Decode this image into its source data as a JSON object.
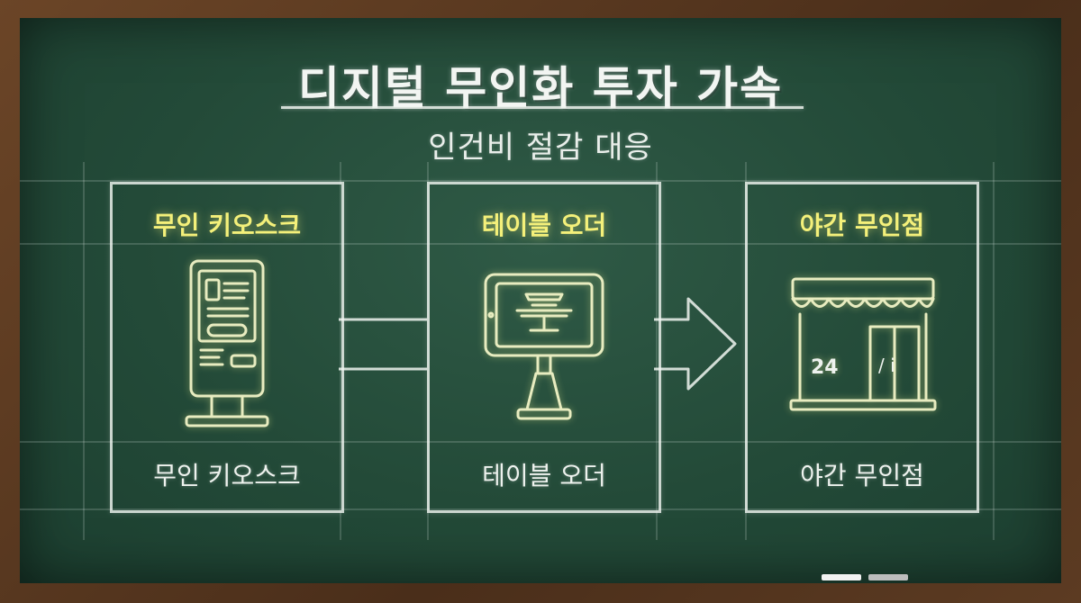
{
  "title": "디지털 무인화 투자 가속",
  "subtitle": "인건비 절감 대응",
  "cards": [
    {
      "title": "무인 키오스크",
      "caption": "무인 키오스크",
      "icon": "kiosk-icon"
    },
    {
      "title": "테이블 오더",
      "caption": "테이블 오더",
      "icon": "tablet-stand-icon"
    },
    {
      "title": "야간 무인점",
      "caption": "야간 무인점",
      "icon": "storefront-icon"
    }
  ],
  "store_sign": {
    "number": "24",
    "door_mark": "/ i"
  },
  "colors": {
    "board": "#234a38",
    "frame": "#5a3a22",
    "chalk_white": "#eef2ee",
    "chalk_yellow": "#f4f07a"
  },
  "pager": {
    "count": 2,
    "active_index": 0
  }
}
